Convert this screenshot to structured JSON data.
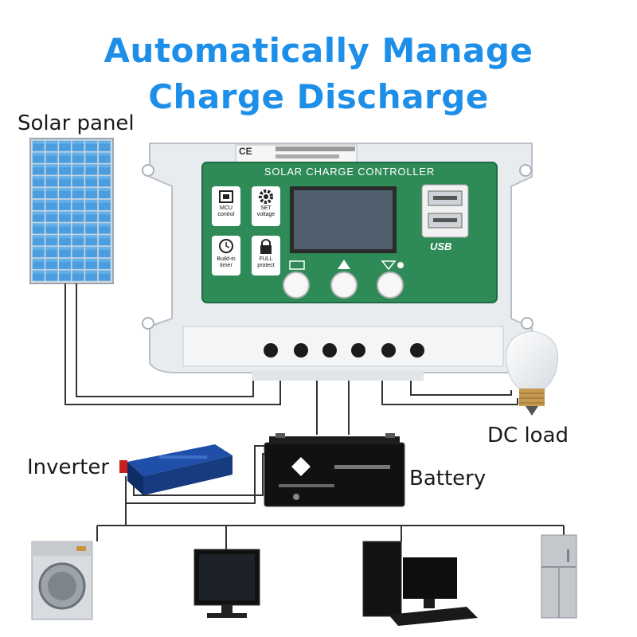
{
  "headline": {
    "line1": "Automatically Manage",
    "line2": "Charge Discharge"
  },
  "labels": {
    "solar_panel": "Solar panel",
    "dc_load": "DC load",
    "inverter": "Inverter",
    "battery": "Battery"
  },
  "controller": {
    "title": "SOLAR CHARGE CONTROLLER",
    "features": [
      {
        "icon": "chip-icon",
        "line1": "MCU",
        "line2": "control"
      },
      {
        "icon": "gear-icon",
        "line1": "SET",
        "line2": "voltage"
      },
      {
        "icon": "clock-icon",
        "line1": "Build-in",
        "line2": "timer"
      },
      {
        "icon": "lock-icon",
        "line1": "FULL",
        "line2": "protect"
      }
    ],
    "usb_label": "USB",
    "ce_mark": "CE"
  },
  "colors": {
    "headline": "#1e8fe8",
    "controller_green": "#2e8b57",
    "panel_blue": "#3a8fd6",
    "inverter_blue": "#1f4fa8"
  }
}
